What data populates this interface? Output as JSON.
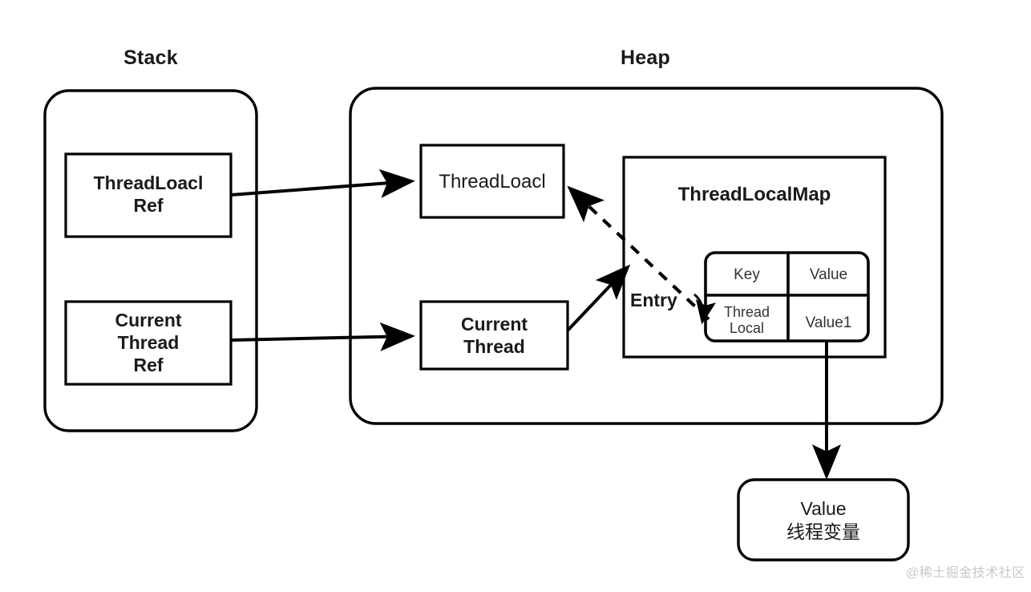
{
  "diagram": {
    "title_stack": "Stack",
    "title_heap": "Heap",
    "stack": {
      "threadlocal_ref": "ThreadLoacl\nRef",
      "current_thread_ref": "Current\nThread\nRef"
    },
    "heap": {
      "threadlocal": "ThreadLoacl",
      "current_thread": "Current\nThread",
      "map_title": "ThreadLocalMap",
      "entry_label": "Entry",
      "entry_table": {
        "headers": [
          "Key",
          "Value"
        ],
        "rows": [
          [
            "Thread\nLocal",
            "Value1"
          ]
        ]
      }
    },
    "value_node": "Value\n线程变量",
    "watermark": "@稀土掘金技术社区",
    "colors": {
      "stroke": "#000000",
      "background": "#ffffff",
      "text": "#1a1a1a"
    }
  }
}
